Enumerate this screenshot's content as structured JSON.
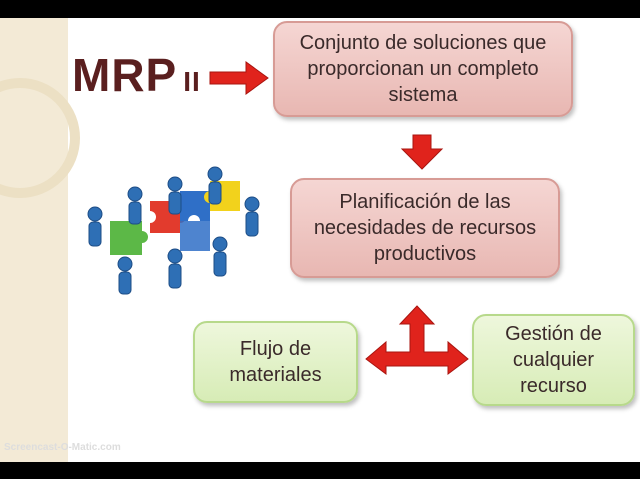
{
  "title": {
    "main": "MRP",
    "suffix": "II"
  },
  "boxes": {
    "definition": "Conjunto de soluciones que proporcionan un completo sistema",
    "planning": "Planificación de las necesidades de recursos productivos",
    "materials": "Flujo de materiales",
    "resources": "Gestión de cualquier recurso"
  },
  "watermark": "Screencast-O-Matic.com",
  "colors": {
    "title": "#5a1f1f",
    "arrow": "#e0231c",
    "pink_box": "#f0c7c2",
    "green_box": "#dff0c6",
    "deco": "#f3ead6"
  },
  "icons": [
    "arrow-right-icon",
    "arrow-down-icon",
    "three-way-arrow-icon",
    "puzzle-team-illustration"
  ]
}
